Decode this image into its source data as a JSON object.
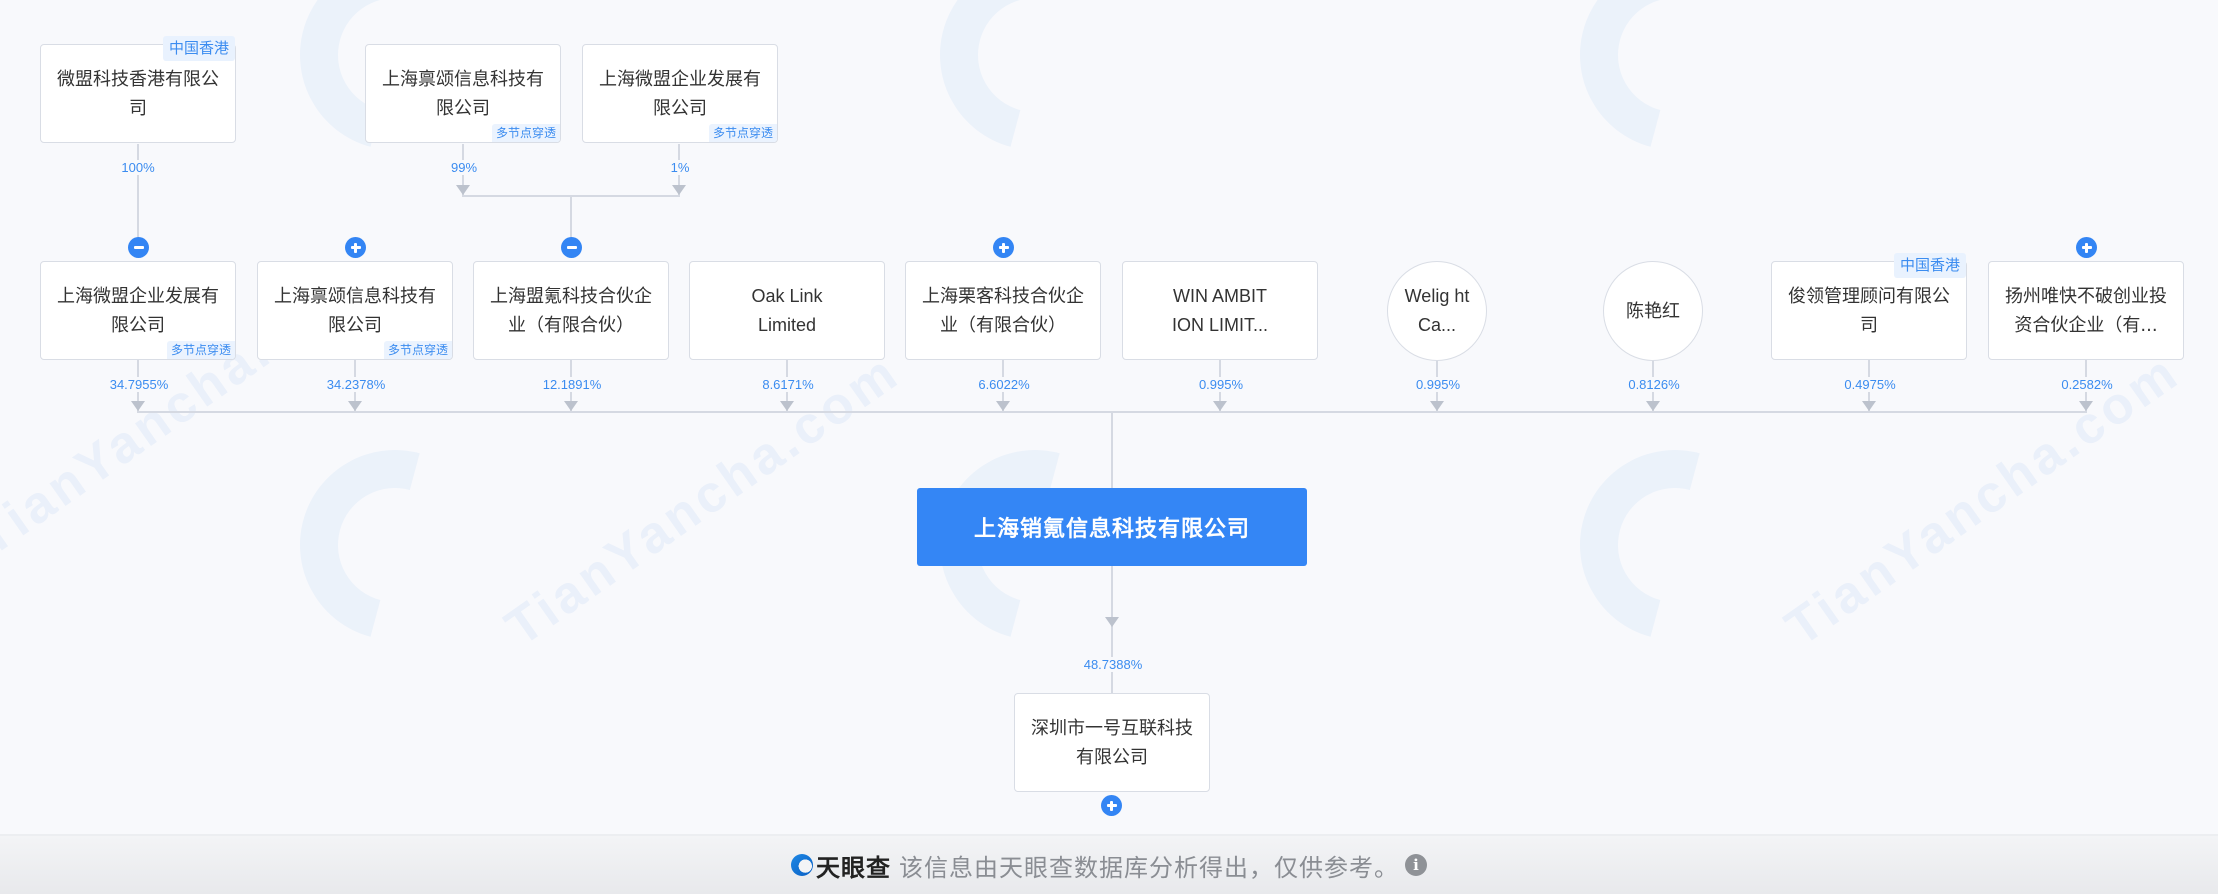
{
  "upstream": [
    {
      "id": "A",
      "name": "微盟科技香港有限公司",
      "tag_top": "中国香港",
      "tag_bottom": null,
      "percent": "100%"
    },
    {
      "id": "B",
      "name": "上海禀颂信息科技有限公司",
      "tag_top": null,
      "tag_bottom": "多节点穿透",
      "percent": "99%"
    },
    {
      "id": "C",
      "name": "上海微盟企业发展有限公司",
      "tag_top": null,
      "tag_bottom": "多节点穿透",
      "percent": "1%"
    }
  ],
  "shareholders": [
    {
      "name": "上海微盟企业发展有限公司",
      "shape": "box",
      "tag_top": null,
      "tag_bottom": "多节点穿透",
      "percent": "34.7955%",
      "expander": "minus"
    },
    {
      "name": "上海禀颂信息科技有限公司",
      "shape": "box",
      "tag_top": null,
      "tag_bottom": "多节点穿透",
      "percent": "34.2378%",
      "expander": "plus"
    },
    {
      "name": "上海盟氪科技合伙企业（有限合伙）",
      "shape": "box",
      "tag_top": null,
      "tag_bottom": null,
      "percent": "12.1891%",
      "expander": "minus"
    },
    {
      "name": "Oak Link Limited",
      "shape": "box",
      "tag_top": null,
      "tag_bottom": null,
      "percent": "8.6171%",
      "expander": null
    },
    {
      "name": "上海栗客科技合伙企业（有限合伙）",
      "shape": "box",
      "tag_top": null,
      "tag_bottom": null,
      "percent": "6.6022%",
      "expander": "plus"
    },
    {
      "name": "WIN AMBIT ION LIMIT...",
      "shape": "box",
      "tag_top": null,
      "tag_bottom": null,
      "percent": "0.995%",
      "expander": null
    },
    {
      "name": "Welig ht Ca...",
      "shape": "circle",
      "tag_top": null,
      "tag_bottom": null,
      "percent": "0.995%",
      "expander": null
    },
    {
      "name": "陈艳红",
      "shape": "circle",
      "tag_top": null,
      "tag_bottom": null,
      "percent": "0.8126%",
      "expander": null
    },
    {
      "name": "俊领管理顾问有限公司",
      "shape": "box",
      "tag_top": "中国香港",
      "tag_bottom": null,
      "percent": "0.4975%",
      "expander": null
    },
    {
      "name": "扬州唯快不破创业投资合伙企业（有...",
      "shape": "box",
      "tag_top": null,
      "tag_bottom": null,
      "percent": "0.2582%",
      "expander": "plus"
    }
  ],
  "main_company": {
    "name": "上海销氪信息科技有限公司"
  },
  "investments": [
    {
      "name": "深圳市一号互联科技有限公司",
      "percent": "48.7388%",
      "expander": "plus"
    }
  ],
  "footer": {
    "brand": "天眼查",
    "note": "该信息由天眼查数据库分析得出，仅供参考。",
    "info_icon": "info-icon"
  },
  "colors": {
    "accent": "#3486f5",
    "percent_text": "#3b8cf0",
    "line": "#d5d9e2",
    "tag_bg": "#ebf3fe"
  }
}
